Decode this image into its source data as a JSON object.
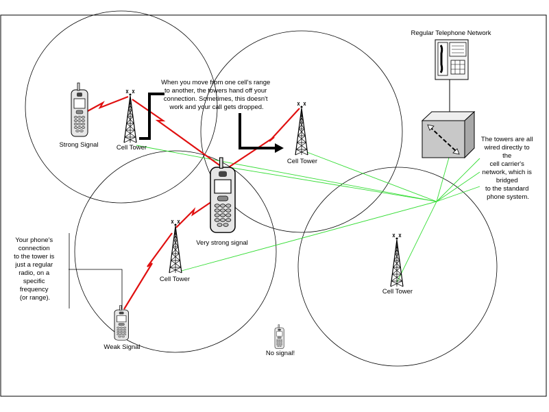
{
  "labels": {
    "network_title": "Regular Telephone Network",
    "handoff_note": [
      "When you move from one cell's range",
      "to another, the towers hand off your",
      "connection. Sometimes, this doesn't",
      "work and your call gets dropped."
    ],
    "wired_note": [
      "The towers are all",
      "wired directly to",
      "the",
      "cell carrier's",
      "network, which is",
      "bridged",
      "to the standard",
      "phone system."
    ],
    "radio_note": [
      "Your phone's",
      "connection",
      "to the tower is",
      "just a regular",
      "radio, on a",
      "specific",
      "frequency",
      "(or range)."
    ],
    "strong_signal": "Strong Signal",
    "very_strong_signal": "Very strong signal",
    "weak_signal": "Weak Signal",
    "no_signal": "No signal!",
    "cell_tower_1": "Cell Tower",
    "cell_tower_2": "Cell Tower",
    "cell_tower_3": "Cell Tower",
    "cell_tower_4": "Cell Tower"
  },
  "colors": {
    "radio_link": "#e01010",
    "wire": "#33dd33",
    "arrow": "#000000",
    "switch_fill": "#c8c8c8"
  }
}
